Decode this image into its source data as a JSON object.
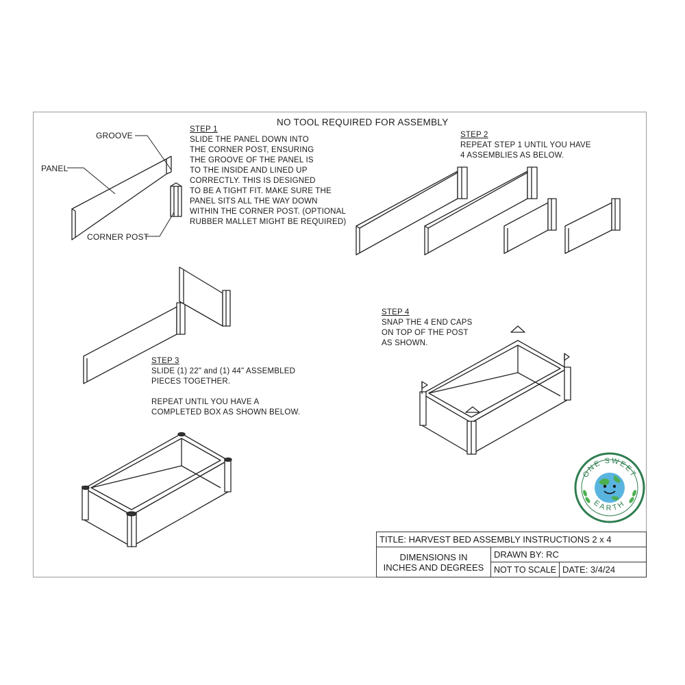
{
  "header": {
    "title": "NO TOOL REQUIRED FOR ASSEMBLY"
  },
  "callouts": {
    "groove": "GROOVE",
    "panel": "PANEL",
    "corner_post": "CORNER POST"
  },
  "step1": {
    "heading": "STEP 1",
    "lines": [
      "SLIDE THE PANEL DOWN INTO",
      "THE CORNER POST, ENSURING",
      "THE GROOVE OF THE PANEL IS",
      "TO THE INSIDE AND LINED UP",
      "CORRECTLY. THIS IS DESIGNED",
      "TO BE A TIGHT FIT. MAKE SURE THE",
      "PANEL SITS ALL THE WAY DOWN",
      "WITHIN THE CORNER POST. (OPTIONAL",
      "RUBBER MALLET MIGHT BE REQUIRED)"
    ]
  },
  "step2": {
    "heading": "STEP 2",
    "lines": [
      "REPEAT STEP 1 UNTIL YOU HAVE",
      "4 ASSEMBLIES AS BELOW."
    ]
  },
  "step3": {
    "heading": "STEP 3",
    "lines": [
      "SLIDE (1) 22\" and  (1) 44\"  ASSEMBLED",
      "PIECES TOGETHER.",
      "",
      "REPEAT UNTIL YOU HAVE A",
      "COMPLETED BOX AS SHOWN BELOW."
    ]
  },
  "step4": {
    "heading": "STEP 4",
    "lines": [
      "SNAP THE 4 END CAPS",
      "ON TOP OF THE POST",
      "AS SHOWN."
    ]
  },
  "logo": {
    "top_text": "ONE SWEET",
    "bottom_text": "EARTH",
    "icon": "smiling-earth-icon",
    "ring_color": "#2e7d4f",
    "globe_color": "#5ab4e0",
    "land_color": "#4caf50"
  },
  "title_block": {
    "title": "TITLE: HARVEST BED ASSEMBLY INSTRUCTIONS 2 x 4",
    "dimensions": "DIMENSIONS IN\nINCHES AND DEGREES",
    "drawn_by": "DRAWN BY:  RC",
    "scale": "NOT TO SCALE",
    "date": "DATE:   3/4/24"
  }
}
